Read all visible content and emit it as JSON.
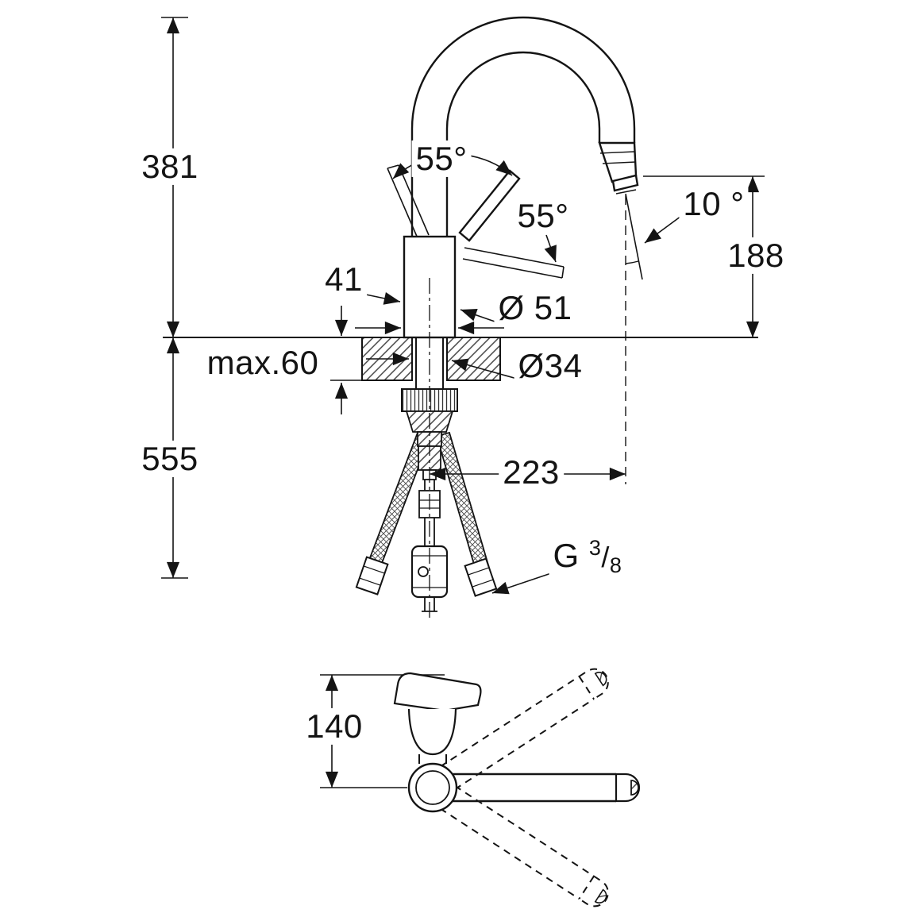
{
  "page": {
    "background": "#ffffff",
    "line_color": "#141414"
  },
  "labels": {
    "height_total": "381",
    "height_below_deck": "555",
    "deck_thickness": "max.60",
    "handle_swing_top": "55°",
    "handle_swing_side": "55°",
    "spray_angle": "10 °",
    "spout_height": "188",
    "handle_offset": "41",
    "body_diameter": "Ø 51",
    "hole_diameter": "Ø34",
    "spout_reach": "223",
    "side_view_height": "140",
    "thread": {
      "g": "G",
      "numerator": "3",
      "slash": "/",
      "denominator": "8"
    }
  }
}
